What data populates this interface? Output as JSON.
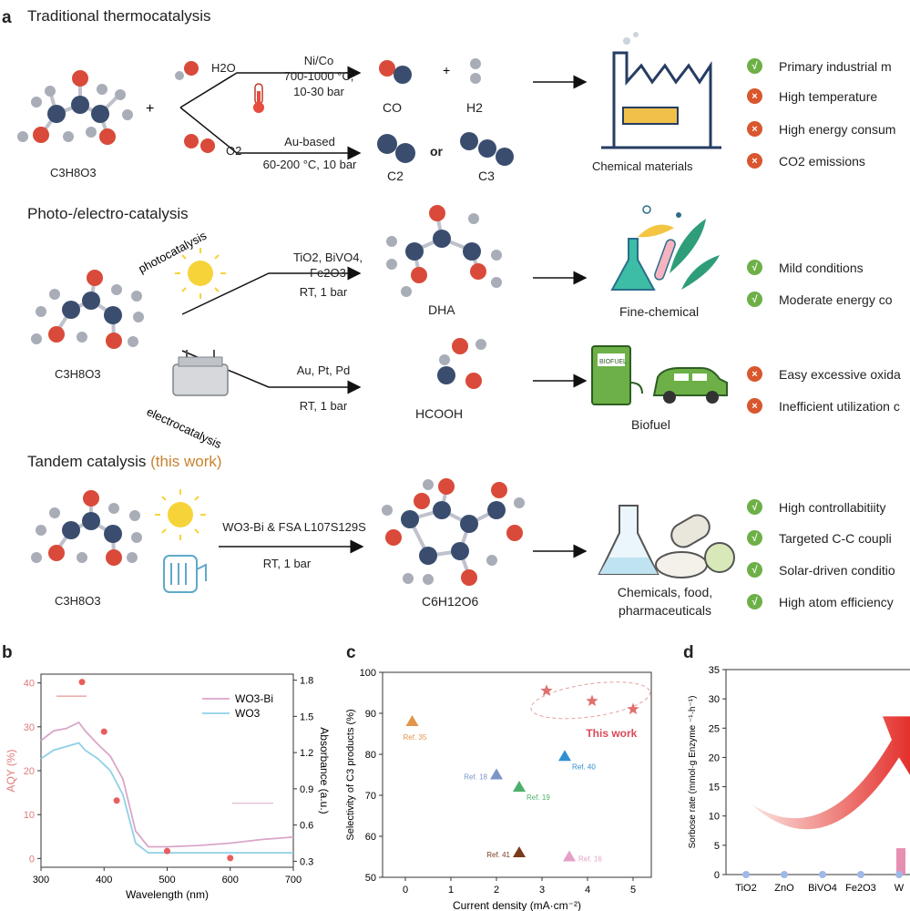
{
  "panel_a": {
    "letter": "a",
    "traditional": {
      "title": "Traditional thermocatalysis",
      "reactant": "C3H8O3",
      "plus": "+",
      "water": "H2O",
      "oxygen": "O2",
      "upper_condition": [
        "Ni/Co",
        "700-1000 °C,",
        "10-30 bar"
      ],
      "lower_condition": [
        "Au-based",
        "60-200 °C, 10 bar"
      ],
      "products_upper": [
        "CO",
        "+",
        "H2"
      ],
      "products_lower": [
        "C2",
        "or",
        "C3"
      ],
      "outcome": "Chemical materials",
      "bullets": [
        {
          "kind": "pro",
          "text": "Primary industrial m"
        },
        {
          "kind": "con",
          "text": "High temperature"
        },
        {
          "kind": "con",
          "text": "High energy consum"
        },
        {
          "kind": "con",
          "text": "CO2 emissions"
        }
      ]
    },
    "photo_electro": {
      "title": "Photo-/electro-catalysis",
      "reactant": "C3H8O3",
      "photo_label": "photocatalysis",
      "photo_condition": [
        "TiO2, BiVO4, Fe2O3",
        "RT, 1 bar"
      ],
      "photo_product": "DHA",
      "photo_outcome": "Fine-chemical",
      "electro_label": "electrocatalysis",
      "electro_condition": [
        "Au, Pt, Pd",
        "RT, 1 bar"
      ],
      "electro_product": "HCOOH",
      "electro_outcome": "Biofuel",
      "biofuel_pump_label": "BIOFUEL",
      "bullets_photo": [
        {
          "kind": "pro",
          "text": "Mild conditions"
        },
        {
          "kind": "pro",
          "text": "Moderate energy co"
        }
      ],
      "bullets_electro": [
        {
          "kind": "con",
          "text": "Easy excessive oxida"
        },
        {
          "kind": "con",
          "text": "Inefficient utilization c"
        }
      ]
    },
    "tandem": {
      "title": "Tandem catalysis",
      "title_highlight": "(this work)",
      "reactant": "C3H8O3",
      "condition": [
        "WO3-Bi & FSA L107S129S",
        "RT, 1 bar"
      ],
      "product": "C6H12O6",
      "outcome": [
        "Chemicals, food,",
        "pharmaceuticals"
      ],
      "bullets": [
        {
          "kind": "pro",
          "text": "High controllabitiity"
        },
        {
          "kind": "pro",
          "text": "Targeted C-C coupli"
        },
        {
          "kind": "pro",
          "text": "Solar-driven conditio"
        },
        {
          "kind": "pro",
          "text": "High atom efficiency"
        }
      ]
    }
  },
  "chart_data": [
    {
      "panel": "b",
      "type": "line",
      "xlabel": "Wavelength (nm)",
      "ylabel": "AQY (%)",
      "ylabel_right": "Absorbance (a.u.)",
      "xlim": [
        300,
        700
      ],
      "ylim": [
        -2,
        42
      ],
      "ylim_right": [
        0.25,
        1.85
      ],
      "x_ticks": [
        300,
        400,
        500,
        600,
        700
      ],
      "y_ticks": [
        0,
        10,
        20,
        30,
        40
      ],
      "y_ticks_right": [
        0.3,
        0.6,
        0.9,
        1.2,
        1.5,
        1.8
      ],
      "legend_position": "top-right",
      "series": [
        {
          "name": "WO3-Bi",
          "axis": "right",
          "color": "#d9a6c8",
          "x": [
            300,
            320,
            340,
            360,
            370,
            390,
            410,
            430,
            450,
            470,
            500,
            550,
            600,
            650,
            700
          ],
          "y": [
            1.3,
            1.38,
            1.4,
            1.45,
            1.38,
            1.27,
            1.17,
            0.98,
            0.55,
            0.42,
            0.42,
            0.43,
            0.45,
            0.48,
            0.5
          ]
        },
        {
          "name": "WO3",
          "axis": "right",
          "color": "#8fd0e6",
          "x": [
            300,
            320,
            340,
            360,
            370,
            390,
            410,
            430,
            450,
            470,
            500,
            550,
            600,
            650,
            700
          ],
          "y": [
            1.15,
            1.22,
            1.25,
            1.28,
            1.22,
            1.15,
            1.05,
            0.85,
            0.45,
            0.37,
            0.37,
            0.37,
            0.37,
            0.37,
            0.37
          ]
        },
        {
          "name": "",
          "axis": "left",
          "type": "scatter",
          "color": "#e85d5d",
          "x": [
            365,
            400,
            420,
            500,
            600
          ],
          "y": [
            40.2,
            28.9,
            13.2,
            1.7,
            0.1
          ]
        }
      ]
    },
    {
      "panel": "c",
      "type": "scatter",
      "xlabel": "Current density (mA·cm⁻²)",
      "ylabel": "Selectivity of C3 products (%)",
      "xlim": [
        -0.5,
        5.4
      ],
      "ylim": [
        50,
        100
      ],
      "x_ticks": [
        0,
        1,
        2,
        3,
        4,
        5
      ],
      "y_ticks": [
        50,
        60,
        70,
        80,
        90,
        100
      ],
      "annotation": "This work",
      "points": [
        {
          "label": "Ref. 35",
          "x": 0.15,
          "y": 88,
          "color": "#e0954a",
          "marker": "triangle"
        },
        {
          "label": "Ref. 18",
          "x": 2.0,
          "y": 75,
          "color": "#7a95c8",
          "marker": "triangle"
        },
        {
          "label": "Ref. 19",
          "x": 2.5,
          "y": 72,
          "color": "#4caf6a",
          "marker": "triangle"
        },
        {
          "label": "Ref. 40",
          "x": 3.5,
          "y": 79.5,
          "color": "#2f8fd0",
          "marker": "triangle"
        },
        {
          "label": "Ref. 41",
          "x": 2.5,
          "y": 56,
          "color": "#7a3b1c",
          "marker": "triangle"
        },
        {
          "label": "Ref. 16",
          "x": 3.6,
          "y": 55,
          "color": "#e6a0c8",
          "marker": "triangle"
        },
        {
          "label": "",
          "x": 3.1,
          "y": 95.5,
          "color": "#e07070",
          "marker": "star"
        },
        {
          "label": "",
          "x": 4.1,
          "y": 93,
          "color": "#e07070",
          "marker": "star"
        },
        {
          "label": "",
          "x": 5.0,
          "y": 91,
          "color": "#e07070",
          "marker": "star"
        }
      ]
    },
    {
      "panel": "d",
      "type": "bar",
      "xlabel": "",
      "ylabel": "Sorbose rate (mmol·g Enzyme ⁻¹·h⁻¹)",
      "ylim": [
        0,
        35
      ],
      "y_ticks": [
        0,
        5,
        10,
        15,
        20,
        25,
        30,
        35
      ],
      "categories": [
        "TiO2",
        "ZnO",
        "BiVO4",
        "Fe2O3",
        "W"
      ],
      "values": [
        0,
        0,
        0,
        0,
        4.5
      ]
    }
  ]
}
